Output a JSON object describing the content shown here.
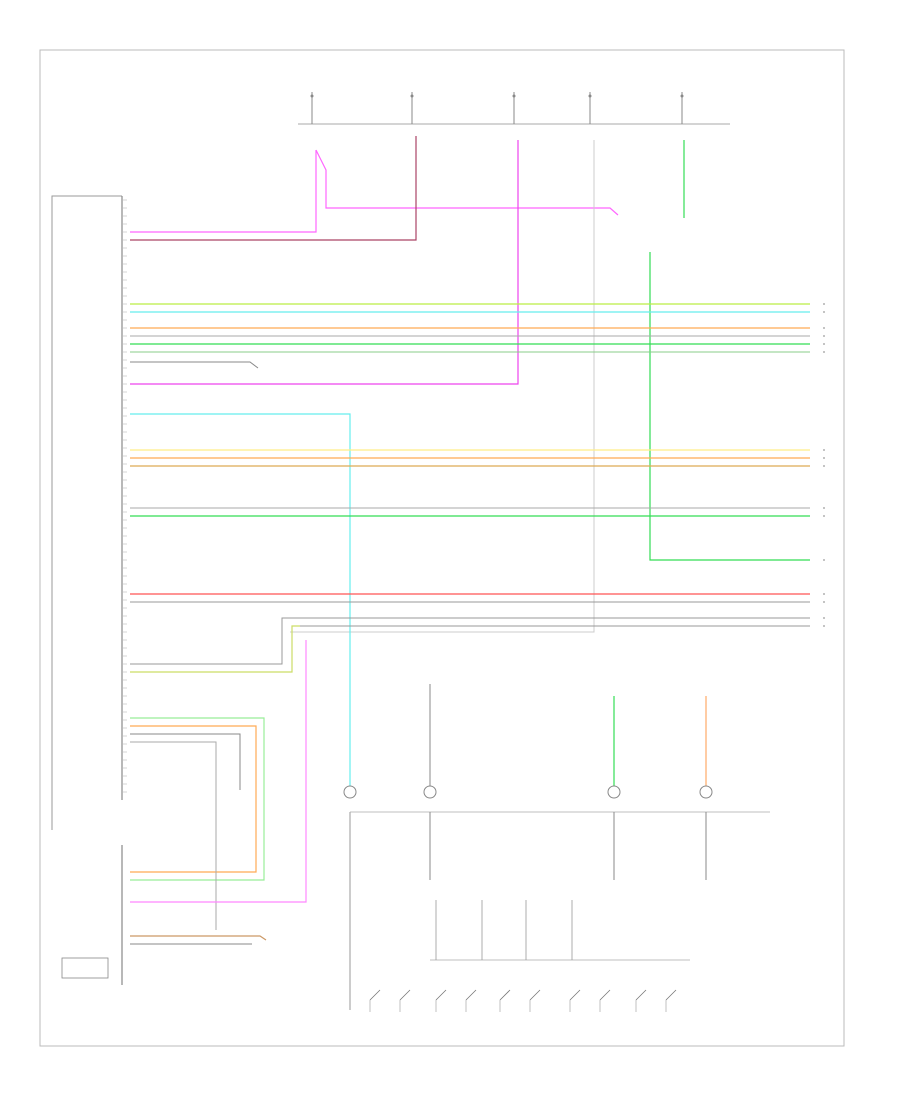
{
  "diagram": {
    "corner_label": "",
    "module_title": "",
    "fuses": [
      {
        "id": "fuse-1",
        "lines": [
          "",
          ""
        ]
      },
      {
        "id": "fuse-2",
        "lines": [
          "",
          ""
        ]
      },
      {
        "id": "fuse-3",
        "lines": [
          "",
          ""
        ]
      },
      {
        "id": "fuse-4",
        "lines": [
          "",
          ""
        ]
      },
      {
        "id": "fuse-5",
        "lines": [
          "",
          ""
        ]
      }
    ],
    "fuse_box_label": "",
    "colors": {
      "pink": "#ff66ff",
      "magenta": "#ee44ee",
      "green": "#33dd55",
      "lightgreen": "#99ee66",
      "cyan": "#66eeee",
      "orange": "#ffaa55",
      "tan": "#ffcc88",
      "red": "#ff5555",
      "grey": "#999999",
      "dark": "#666666"
    }
  }
}
